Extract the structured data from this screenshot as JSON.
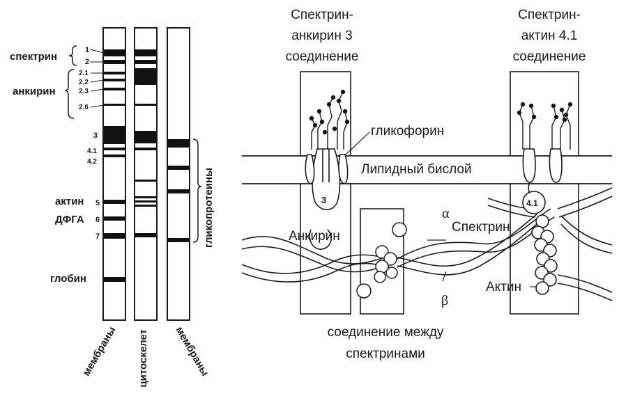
{
  "gel": {
    "protein_labels": {
      "spectrin": "спектрин",
      "ankyrin": "анкирин",
      "actin": "актин",
      "dfga": "ДФГА",
      "globin": "глобин"
    },
    "band_numbers": [
      "1",
      "2",
      "2.1",
      "2.2",
      "2.3",
      "2.6",
      "3",
      "4.1",
      "4.2",
      "5",
      "6",
      "7"
    ],
    "glycoproteins_label": "гликопротеины",
    "lane_labels": {
      "lane1": "мембраны",
      "lane2": "цитоскелет",
      "lane3": "мембраны"
    }
  },
  "schematic": {
    "junction_spectrin_ankyrin": [
      "Спектрин-",
      "анкирин 3",
      "соединение"
    ],
    "junction_spectrin_actin": [
      "Спектрин-",
      "актин 4.1",
      "соединение"
    ],
    "glycophorin": "гликофорин",
    "lipid_bilayer": "Липидный бислой",
    "band3_marker": "3",
    "band41_marker": "4.1",
    "ankyrin": "Анкирин",
    "alpha": "α",
    "beta": "β",
    "spectrin": "Спектрин",
    "actin": "Актин",
    "spectrin_junction": [
      "соединение между",
      "спектринами"
    ]
  }
}
